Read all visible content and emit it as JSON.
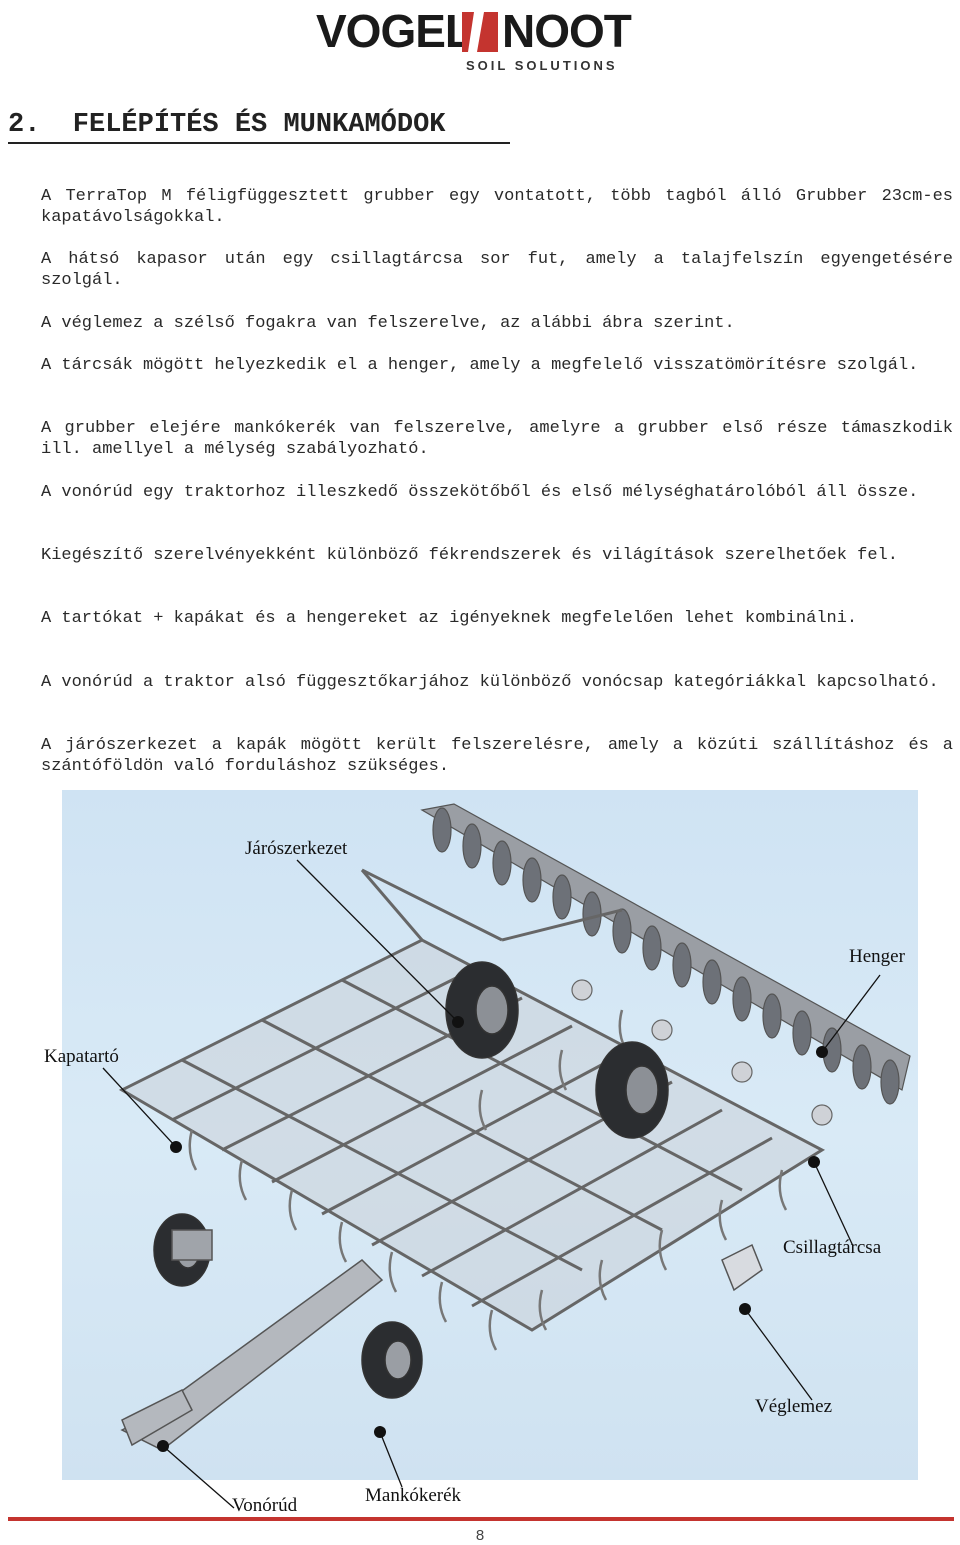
{
  "logo": {
    "word_left": "VOGEL",
    "word_right": "NOOT",
    "subtitle": "SOIL SOLUTIONS",
    "accent_color": "#c4342f"
  },
  "heading": "2.  FELÉPÍTÉS ÉS MUNKAMÓDOK",
  "paragraphs": [
    "A TerraTop M féligfüggesztett grubber egy vontatott, több tagból álló Grubber 23cm-es kapatávolságokkal.",
    "A hátsó kapasor után egy csillagtárcsa sor fut, amely a talajfelszín egyengetésére szolgál.",
    "A véglemez a szélső fogakra van felszerelve, az alábbi ábra szerint.",
    "A tárcsák mögött helyezkedik el a henger, amely a megfelelő visszatömörítésre szolgál.",
    "A grubber elejére mankókerék van felszerelve, amelyre a grubber első része támaszkodik ill. amellyel a mélység szabályozható.",
    "A vonórúd egy traktorhoz illeszkedő összekötőből és első mélységhatárolóból áll össze.",
    "Kiegészítő szerelvényekként különböző fékrendszerek és világítások szerelhetőek fel.",
    "A tartókat + kapákat és a hengereket az igényeknek megfelelően lehet kombinálni.",
    "A vonórúd a traktor alsó függesztőkarjához különböző vonócsap kategóriákkal kapcsolható.",
    "A járószerkezet a kapák mögött került felszerelésre, amely a közúti szállításhoz és a szántóföldön való forduláshoz szükséges."
  ],
  "figure": {
    "labels": {
      "jaroszerkezet": "Járószerkezet",
      "henger": "Henger",
      "kapatarto": "Kapatartó",
      "csillagtarcsa": "Csillagtárcsa",
      "veglemez": "Véglemez",
      "vonorud": "Vonórúd",
      "mankokerek": "Mankókerék"
    }
  },
  "footer": {
    "page_number": "8",
    "rule_color": "#c4342f"
  }
}
